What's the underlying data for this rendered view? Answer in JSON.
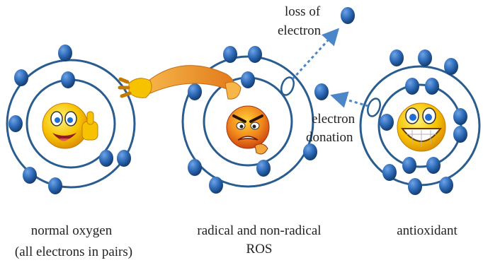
{
  "labels": {
    "loss_line1": "loss of",
    "loss_line2": "electron",
    "donation_line1": "electron",
    "donation_line2": "donation",
    "normal_line1": "normal oxygen",
    "normal_line2": "(all electrons in pairs)",
    "ros_line1": "radical and non-radical",
    "ros_line2": "ROS",
    "antioxidant": "antioxidant"
  },
  "colors": {
    "orbit": "#2a5d8f",
    "electron": "#2e6bb8",
    "arrow": "#4a86c8",
    "emoji_face": "#f7b500",
    "angry_face": "#e8661a"
  },
  "icons": {
    "normal_oxygen": "happy-thumbs-up-emoji-icon",
    "ros": "angry-emoji-icon",
    "antioxidant": "grinning-emoji-icon",
    "pointing_hand": "pointing-hand-icon"
  }
}
